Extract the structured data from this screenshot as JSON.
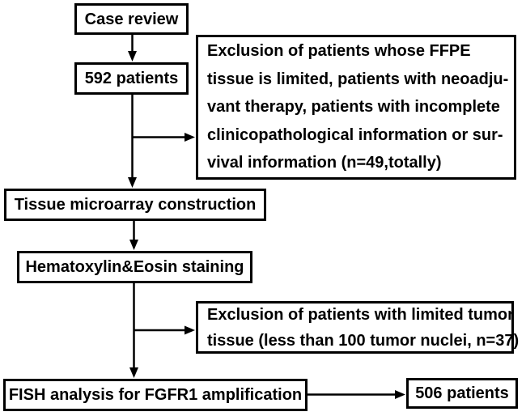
{
  "colors": {
    "ink": "#000000",
    "background": "#ffffff"
  },
  "flowchart": {
    "nodes": {
      "case_review": {
        "label": "Case review"
      },
      "patients_592": {
        "label": "592 patients"
      },
      "exclusion_1": {
        "lines": [
          "Exclusion of patients whose FFPE",
          "tissue is limited, patients with neoadju-",
          "vant therapy, patients with incomplete",
          "clinicopathological information or sur-",
          "vival information (n=49,totally)"
        ]
      },
      "tissue_microarray": {
        "label": "Tissue microarray construction"
      },
      "he_staining": {
        "label": "Hematoxylin&Eosin staining"
      },
      "exclusion_2": {
        "lines": [
          "Exclusion of patients with limited tumor",
          "tissue (less than 100 tumor nuclei, n=37)"
        ]
      },
      "fish_analysis": {
        "label": "FISH analysis for FGFR1 amplification"
      },
      "patients_506": {
        "label": "506 patients"
      }
    }
  }
}
